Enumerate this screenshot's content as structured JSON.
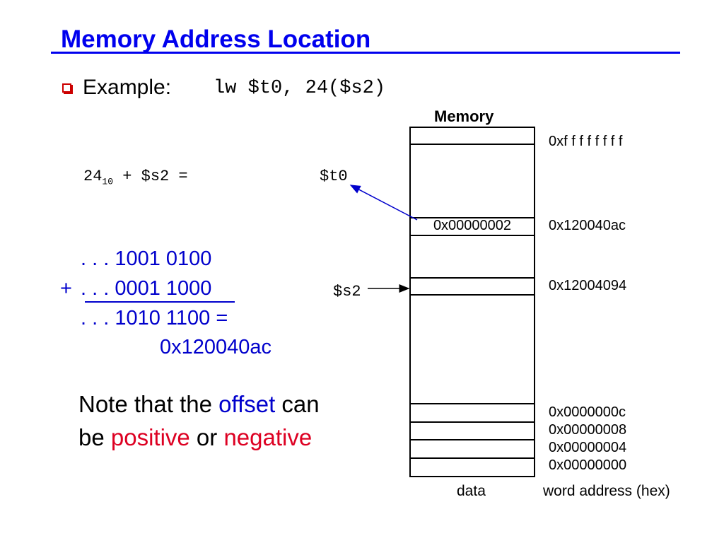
{
  "title": "Memory Address Location",
  "example": {
    "label": "Example:",
    "code": "lw $t0, 24($s2)"
  },
  "equation": {
    "lhs_number": "24",
    "lhs_subscript": "10",
    "rest": " + $s2 =",
    "result_reg": "$t0"
  },
  "s2_label": "$s2",
  "binary": {
    "line1": ". . . 1001 0100",
    "plus": "+",
    "line2": ". . . 0001 1000",
    "line3": ". . . 1010 1100 =",
    "result": "0x120040ac"
  },
  "note": {
    "part1": "Note that the ",
    "offset": "offset",
    "part2": " can be ",
    "positive": "positive",
    "part3": " or ",
    "negative": "negative"
  },
  "memory": {
    "title": "Memory",
    "cell_value": "0x00000002",
    "addresses": {
      "top": "0xf f f f f f f f",
      "target": "0x120040ac",
      "s2": "0x12004094",
      "c": "0x0000000c",
      "8": "0x00000008",
      "4": "0x00000004",
      "0": "0x00000000"
    },
    "data_label": "data",
    "address_label": "word address (hex)"
  },
  "colors": {
    "title_blue": "#0000ee",
    "text_blue": "#0000cc",
    "emphasis_red": "#dd0022",
    "bullet_red": "#cc0000"
  }
}
